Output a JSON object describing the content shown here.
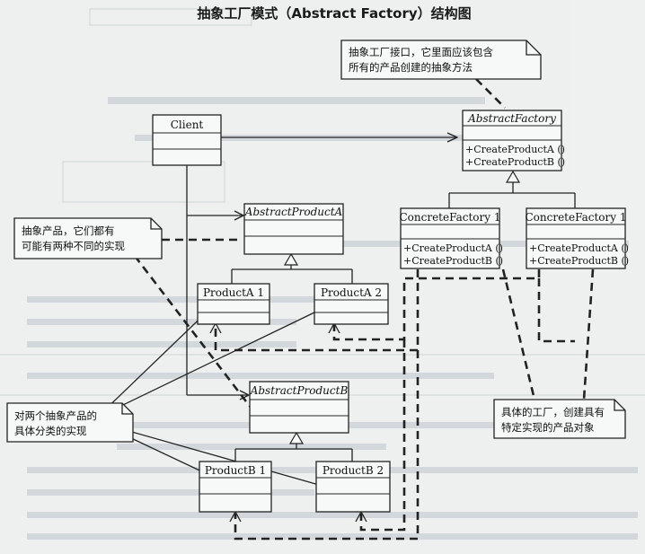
{
  "title": "抽象工厂模式（Abstract Factory）结构图",
  "classes": {
    "client": {
      "name": "Client"
    },
    "abstract_factory": {
      "name": "AbstractFactory",
      "methods": [
        "+CreateProductA ()",
        "+CreateProductB ()"
      ]
    },
    "concrete_factory_1": {
      "name": "ConcreteFactory 1",
      "methods": [
        "+CreateProductA ()",
        "+CreateProductB ()"
      ]
    },
    "concrete_factory_2": {
      "name": "ConcreteFactory 1",
      "methods": [
        "+CreateProductA ()",
        "+CreateProductB ()"
      ]
    },
    "abstract_product_a": {
      "name": "AbstractProductA"
    },
    "product_a1": {
      "name": "ProductA 1"
    },
    "product_a2": {
      "name": "ProductA 2"
    },
    "abstract_product_b": {
      "name": "AbstractProductB"
    },
    "product_b1": {
      "name": "ProductB 1"
    },
    "product_b2": {
      "name": "ProductB 2"
    }
  },
  "notes": {
    "factory_interface": [
      "抽象工厂接口，它里面应该包含",
      "所有的产品创建的抽象方法"
    ],
    "abstract_products": [
      "抽象产品，它们都有",
      "可能有两种不同的实现"
    ],
    "concrete_products": [
      "对两个抽象产品的",
      "具体分类的实现"
    ],
    "concrete_factories": [
      "具体的工厂，创建具有",
      "特定实现的产品对象"
    ]
  }
}
